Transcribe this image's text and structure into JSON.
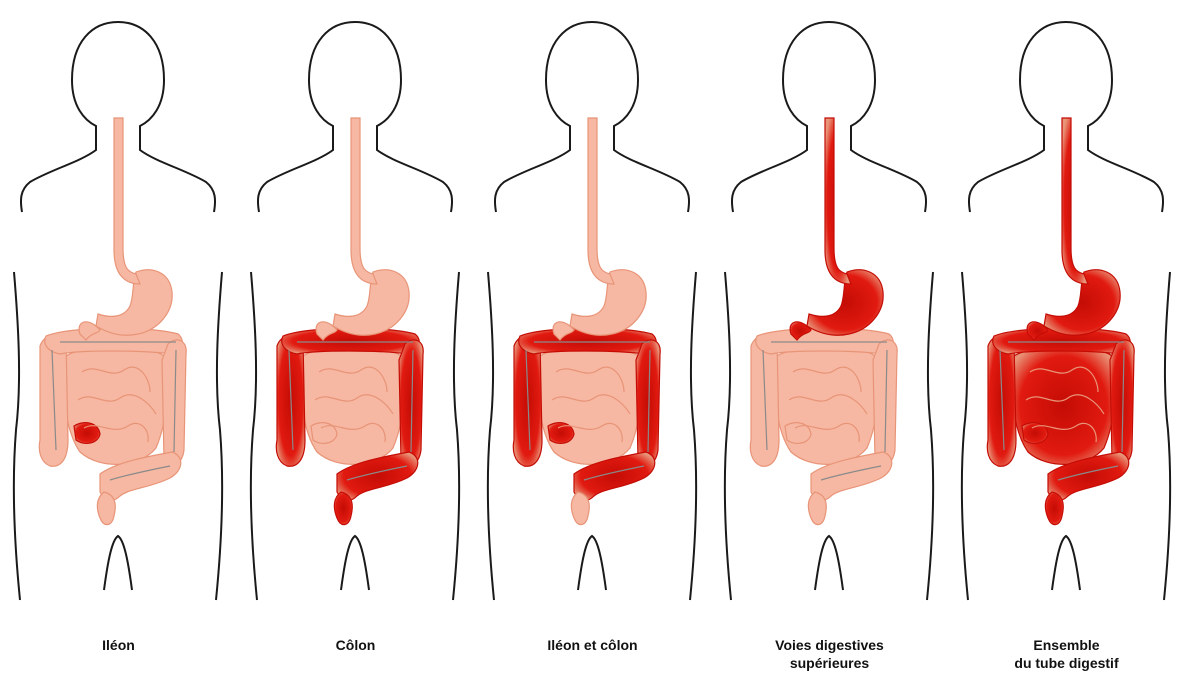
{
  "colors": {
    "outline": "#1a1a1a",
    "tissue": "#f6b8a2",
    "tissue_dark": "#e89478",
    "vessel": "#8a8a8a",
    "inflamed": "#e11a10",
    "inflamed_deep": "#c40c05"
  },
  "panels": [
    {
      "lines": [
        "Iléon"
      ],
      "regions": {
        "esophagus": 0,
        "stomach": 0,
        "duodenum": 0,
        "small_intestine": 0,
        "ileum": 1,
        "ascending_colon": 0,
        "transverse_colon": 0,
        "descending_colon": 0,
        "sigmoid": 0,
        "rectum": 0
      }
    },
    {
      "lines": [
        "Côlon"
      ],
      "regions": {
        "esophagus": 0,
        "stomach": 0,
        "duodenum": 0,
        "small_intestine": 0,
        "ileum": 0,
        "ascending_colon": 1,
        "transverse_colon": 1,
        "descending_colon": 1,
        "sigmoid": 1,
        "rectum": 1
      }
    },
    {
      "lines": [
        "Iléon et côlon"
      ],
      "regions": {
        "esophagus": 0,
        "stomach": 0,
        "duodenum": 0,
        "small_intestine": 0,
        "ileum": 1,
        "ascending_colon": 1,
        "transverse_colon": 1,
        "descending_colon": 1,
        "sigmoid": 1,
        "rectum": 0
      }
    },
    {
      "lines": [
        "Voies digestives",
        "supérieures"
      ],
      "regions": {
        "esophagus": 1,
        "stomach": 1,
        "duodenum": 1,
        "small_intestine": 0,
        "ileum": 0,
        "ascending_colon": 0,
        "transverse_colon": 0,
        "descending_colon": 0,
        "sigmoid": 0,
        "rectum": 0
      }
    },
    {
      "lines": [
        "Ensemble",
        "du tube digestif"
      ],
      "regions": {
        "esophagus": 1,
        "stomach": 1,
        "duodenum": 1,
        "small_intestine": 1,
        "ileum": 1,
        "ascending_colon": 1,
        "transverse_colon": 1,
        "descending_colon": 1,
        "sigmoid": 1,
        "rectum": 1
      }
    }
  ]
}
